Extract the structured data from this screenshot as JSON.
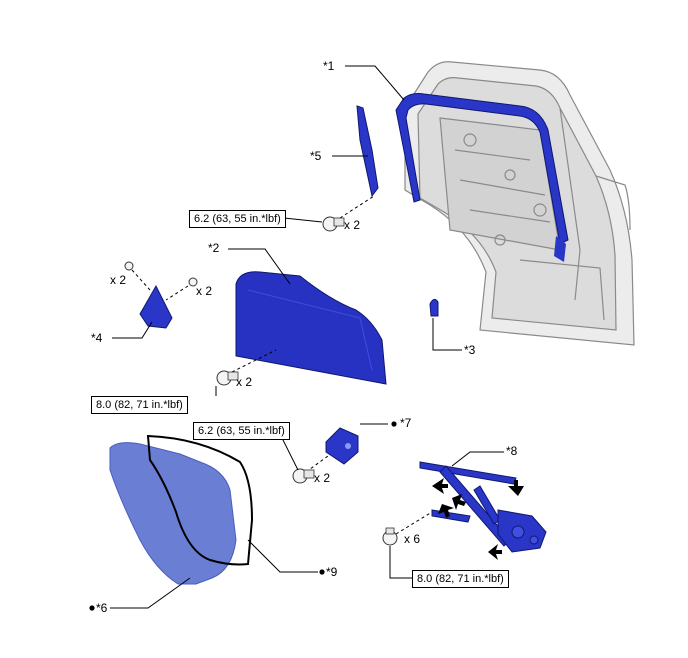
{
  "callouts": {
    "c1": "*1",
    "c2": "*2",
    "c3": "*3",
    "c4": "*4",
    "c5": "*5",
    "c6": "*6",
    "c7": "*7",
    "c8": "*8",
    "c9": "*9"
  },
  "torques": {
    "t_upper": "6.2 (63, 55 in.*lbf)",
    "t_glass": "8.0 (82, 71 in.*lbf)",
    "t_mid": "6.2 (63, 55 in.*lbf)",
    "t_regulator": "8.0 (82, 71 in.*lbf)"
  },
  "quantities": {
    "q_upper": "x 2",
    "q_tri_left": "x 2",
    "q_tri_right": "x 2",
    "q_glass": "x 2",
    "q_mid": "x 2",
    "q_regulator": "x 6"
  },
  "colors": {
    "part_blue": "#2222bb",
    "part_blue_light": "#6b7fd4",
    "door_grey": "#d9d9d9"
  }
}
